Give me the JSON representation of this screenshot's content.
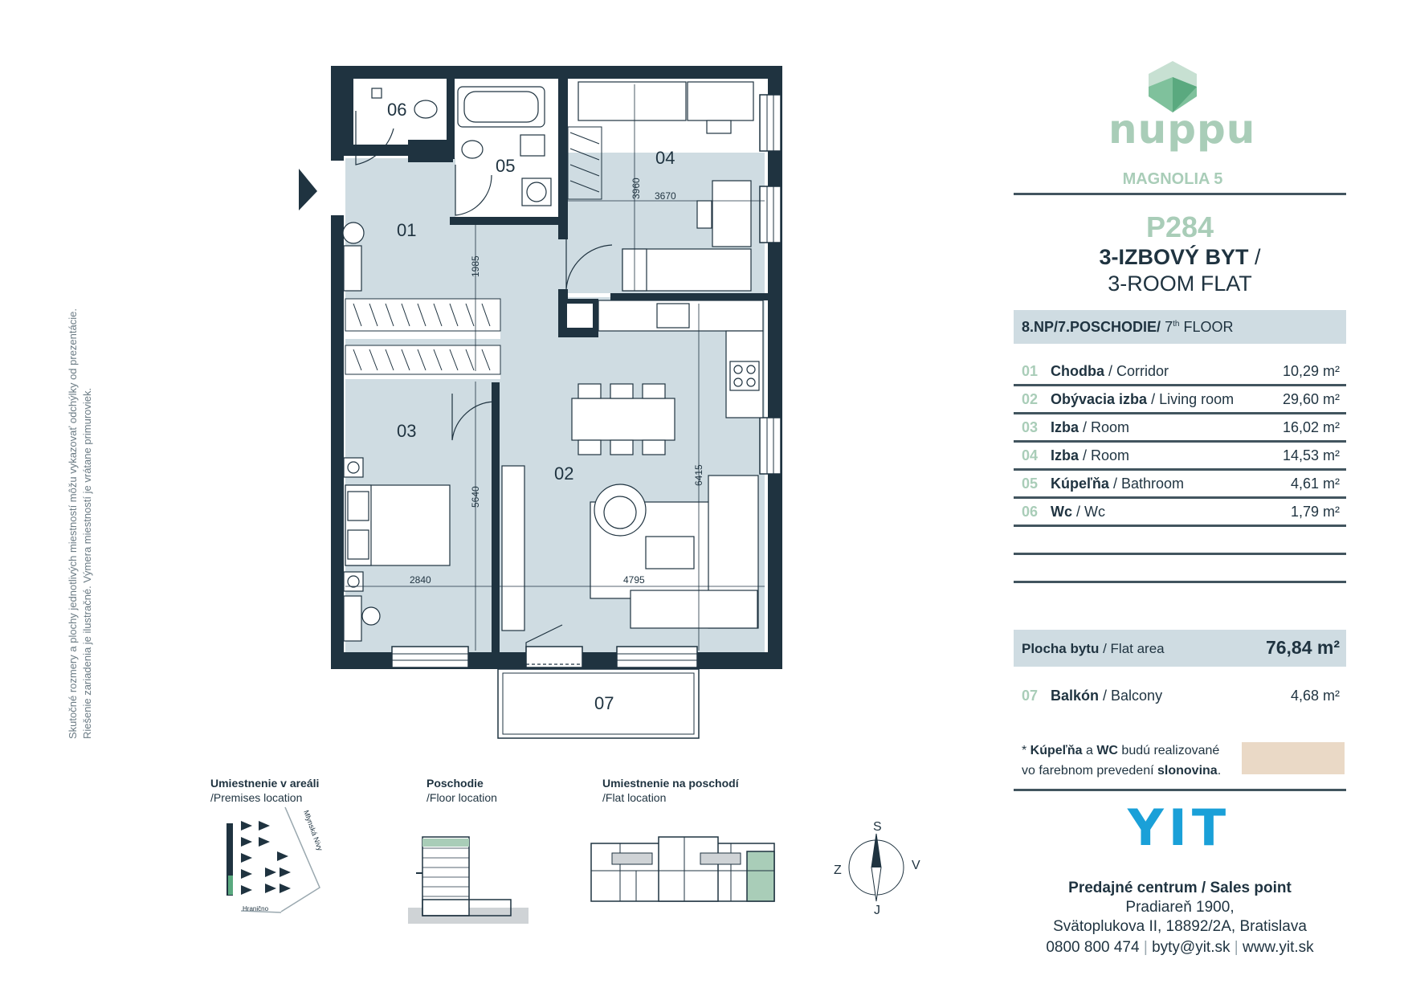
{
  "disclaimer": {
    "line1": "Skutočné rozmery a plochy jednotlivých miestností môžu vykazovať odchýlky od prezentácie.",
    "line2": "Riešenie zariadenia je ilustračné. Výmera miestností je vrátane primuroviek."
  },
  "brand": {
    "name": "nuppu",
    "project": "MAGNOLIA 5"
  },
  "flat": {
    "code": "P284",
    "type_sk": "3-IZBOVÝ BYT",
    "type_sep": " /",
    "type_en": "3-ROOM FLAT",
    "floor_sk": "8.NP/7.POSCHODIE/",
    "floor_ord": "7",
    "floor_sup": "th",
    "floor_en": "FLOOR"
  },
  "rooms": [
    {
      "num": "01",
      "name_sk": "Chodba",
      "name_en": "Corridor",
      "area": "10,29 m²"
    },
    {
      "num": "02",
      "name_sk": "Obývacia izba",
      "name_en": "Living room",
      "area": "29,60 m²"
    },
    {
      "num": "03",
      "name_sk": "Izba",
      "name_en": "Room",
      "area": "16,02 m²"
    },
    {
      "num": "04",
      "name_sk": "Izba",
      "name_en": "Room",
      "area": "14,53 m²"
    },
    {
      "num": "05",
      "name_sk": "Kúpeľňa",
      "name_en": "Bathroom",
      "area": "4,61 m²"
    },
    {
      "num": "06",
      "name_sk": "Wc",
      "name_en": "Wc",
      "area": "1,79 m²"
    }
  ],
  "total": {
    "label_sk": "Plocha bytu",
    "label_en": "Flat area",
    "value": "76,84 m²"
  },
  "balcony": {
    "num": "07",
    "name_sk": "Balkón",
    "name_en": "Balcony",
    "area": "4,68 m²"
  },
  "note": {
    "star": "* ",
    "w1": "Kúpeľňa",
    "t1": " a ",
    "w2": "WC",
    "t2": " budú realizované",
    "t3": "vo farebnom prevedení ",
    "w3": "slonovina",
    "t4": ".",
    "swatch_color": "#ead9c6"
  },
  "sales": {
    "title": "Predajné centrum / Sales point",
    "address1": "Pradiareň 1900,",
    "address2": "Svätoplukova II, 18892/2A, Bratislava",
    "phone": "0800 800 474",
    "email": "byty@yit.sk",
    "web": "www.yit.sk",
    "sep": " | ",
    "logo_text": "YIT"
  },
  "plan": {
    "room_labels": [
      "06",
      "05",
      "04",
      "01",
      "03",
      "02",
      "07"
    ],
    "dimensions": [
      "3960",
      "3670",
      "1985",
      "5640",
      "2840",
      "6415",
      "4795"
    ]
  },
  "locations": {
    "premises_sk": "Umiestnenie v areáli",
    "premises_en": "/Premises location",
    "floor_sk": "Poschodie",
    "floor_en": "/Floor location",
    "flat_sk": "Umiestnenie na poschodí",
    "flat_en": "/Flat location",
    "street1": "Mlynská Nivy",
    "street2": "Hranično"
  },
  "compass": {
    "n": "S",
    "s": "J",
    "w": "Z",
    "e": "V"
  },
  "colors": {
    "wall": "#1f3340",
    "floor": "#cfdce2",
    "accent": "#a9cdb8",
    "logo_blue": "#1aa0d8"
  }
}
